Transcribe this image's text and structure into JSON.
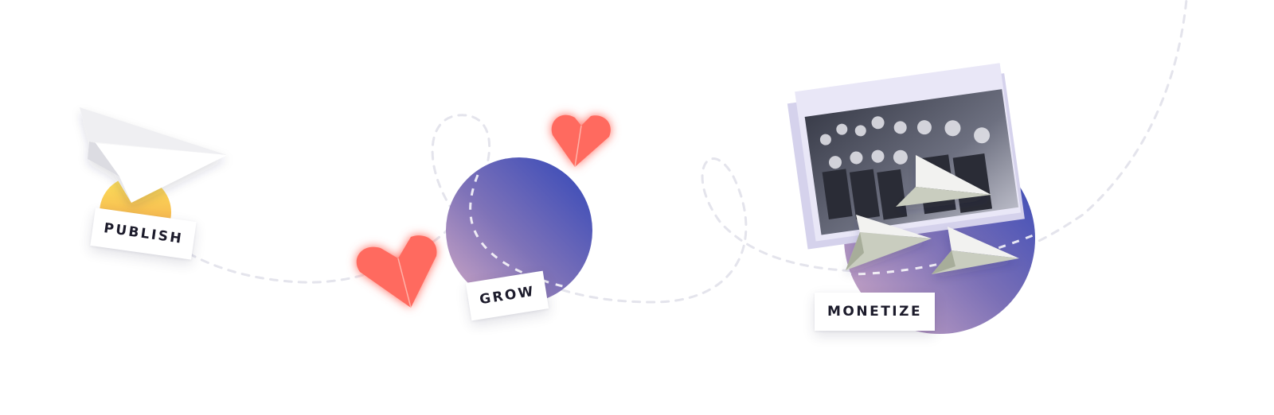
{
  "steps": [
    {
      "id": "publish",
      "label": "PUBLISH"
    },
    {
      "id": "grow",
      "label": "GROW"
    },
    {
      "id": "monetize",
      "label": "MONETIZE"
    }
  ],
  "colors": {
    "heart": "#ff6b5e",
    "sun_top": "#fbe05a",
    "sun_bottom": "#f5a04a",
    "orb_dark": "#3d4bb8",
    "orb_light": "#c9a8c8",
    "photo_frame": "#e6e4f4",
    "path": "#e6e6ec"
  },
  "icons": [
    "paper-plane-icon",
    "heart-icon",
    "money-paper-plane-icon"
  ]
}
